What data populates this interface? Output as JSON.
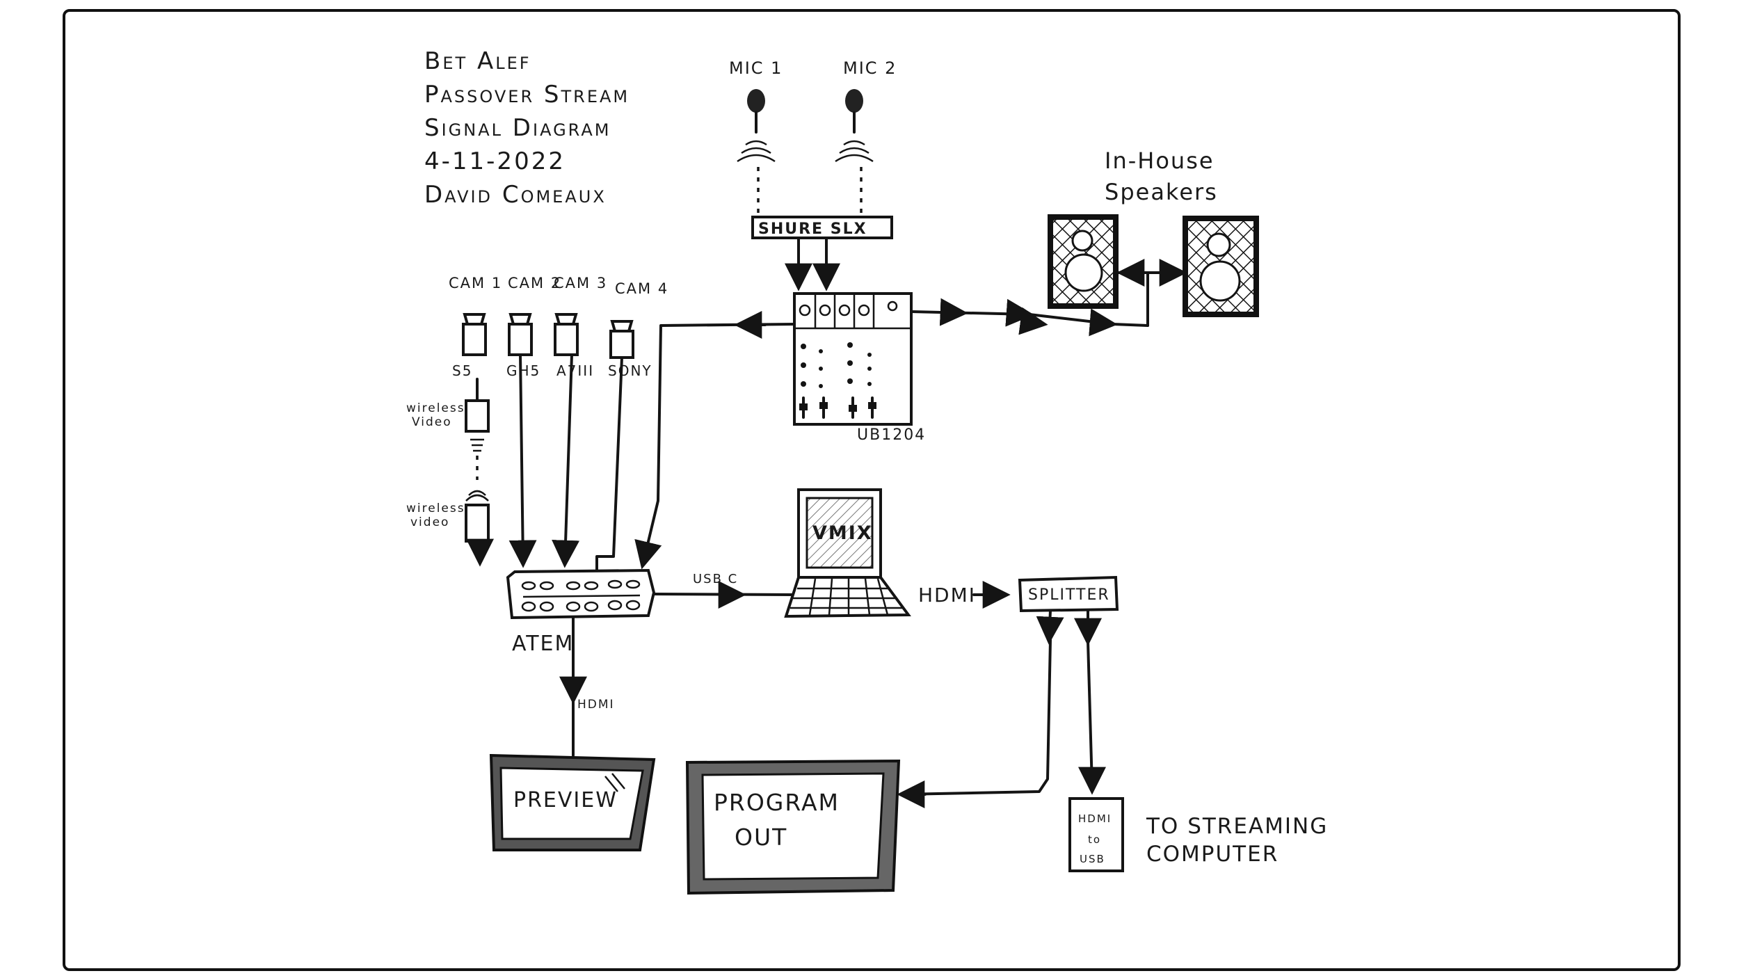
{
  "title": {
    "line1": "Bet Alef",
    "line2": "Passover Stream",
    "line3": "Signal Diagram",
    "line4": "4-11-2022",
    "line5": "David Comeaux"
  },
  "mics": {
    "mic1": "MIC 1",
    "mic2": "MIC 2"
  },
  "receiver": "SHURE SLX",
  "speakers": {
    "label_line1": "In-House",
    "label_line2": "Speakers"
  },
  "mixer": "UB1204",
  "cameras": [
    {
      "name": "CAM 1",
      "model": "S5"
    },
    {
      "name": "CAM 2",
      "model": "GH5"
    },
    {
      "name": "CAM 3",
      "model": "A7III"
    },
    {
      "name": "CAM 4",
      "model": "SONY"
    }
  ],
  "wireless": {
    "tx_line1": "wireless",
    "tx_line2": "Video",
    "rx_line1": "wireless",
    "rx_line2": "video"
  },
  "switcher": "ATEM",
  "links": {
    "usb": "USB C",
    "hdmi_vmix": "HDMI",
    "hdmi_preview": "HDMI"
  },
  "laptop": "VMIX",
  "splitter": "SPLITTER",
  "preview": "PREVIEW",
  "program": {
    "line1": "PROGRAM",
    "line2": "OUT"
  },
  "capture": {
    "line1": "HDMI",
    "line2": "to",
    "line3": "USB"
  },
  "streaming": {
    "line1": "TO STREAMING",
    "line2": "COMPUTER"
  }
}
